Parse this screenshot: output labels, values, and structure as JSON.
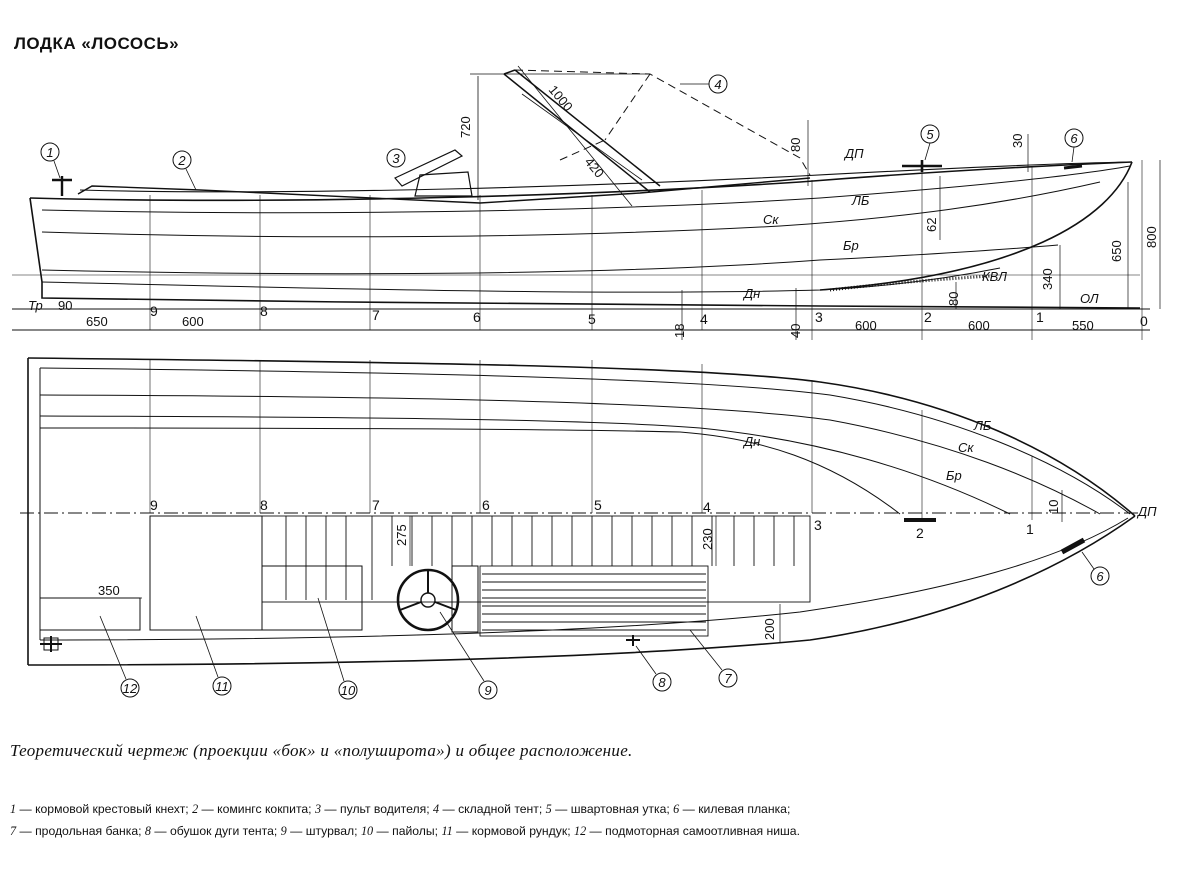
{
  "title": "ЛОДКА «ЛОСОСЬ»",
  "caption": "Теоретический чертеж (проекции «бок» и «полуширота») и общее расположение.",
  "legend": [
    {
      "num": "1",
      "text": "кормовой крестовый кнехт;"
    },
    {
      "num": "2",
      "text": "комингс кокпита;"
    },
    {
      "num": "3",
      "text": "пульт водителя;"
    },
    {
      "num": "4",
      "text": "складной тент;"
    },
    {
      "num": "5",
      "text": "швартовная утка;"
    },
    {
      "num": "6",
      "text": "килевая планка;"
    },
    {
      "num": "7",
      "text": "продольная банка;"
    },
    {
      "num": "8",
      "text": "обушок дуги тента;"
    },
    {
      "num": "9",
      "text": "штурвал;"
    },
    {
      "num": "10",
      "text": "пайолы;"
    },
    {
      "num": "11",
      "text": "кормовой рундук;"
    },
    {
      "num": "12",
      "text": "подмоторная самоотливная ниша."
    }
  ],
  "side_view": {
    "line_labels": {
      "dp": "ДП",
      "lb": "ЛБ",
      "sk": "Ск",
      "br": "Бр",
      "kvl": "КВЛ",
      "ol": "ОЛ",
      "dn": "Дн",
      "tr": "Тр"
    },
    "stations": [
      "0",
      "1",
      "2",
      "3",
      "4",
      "5",
      "6",
      "7",
      "8",
      "9"
    ],
    "dimensions": {
      "d90": "90",
      "d650": "650",
      "d600a": "600",
      "d18": "18",
      "d40": "40",
      "d600b": "600",
      "d600c": "600",
      "d550": "550",
      "d80a": "80",
      "d340": "340",
      "d650b": "650",
      "d800": "800",
      "d62": "62",
      "d30": "30",
      "d80b": "80",
      "d720": "720",
      "d1000": "1000",
      "d420": "420"
    },
    "callouts": [
      "1",
      "2",
      "3",
      "4",
      "5",
      "6"
    ]
  },
  "plan_view": {
    "line_labels": {
      "lb": "ЛБ",
      "sk": "Ск",
      "br": "Бр",
      "dn": "Дн",
      "dp": "ДП"
    },
    "stations": [
      "1",
      "2",
      "3",
      "4",
      "5",
      "6",
      "7",
      "8",
      "9"
    ],
    "dimensions": {
      "d350": "350",
      "d275": "275",
      "d230": "230",
      "d200": "200",
      "d10": "10"
    },
    "callouts": [
      "6",
      "7",
      "8",
      "9",
      "10",
      "11",
      "12"
    ]
  }
}
